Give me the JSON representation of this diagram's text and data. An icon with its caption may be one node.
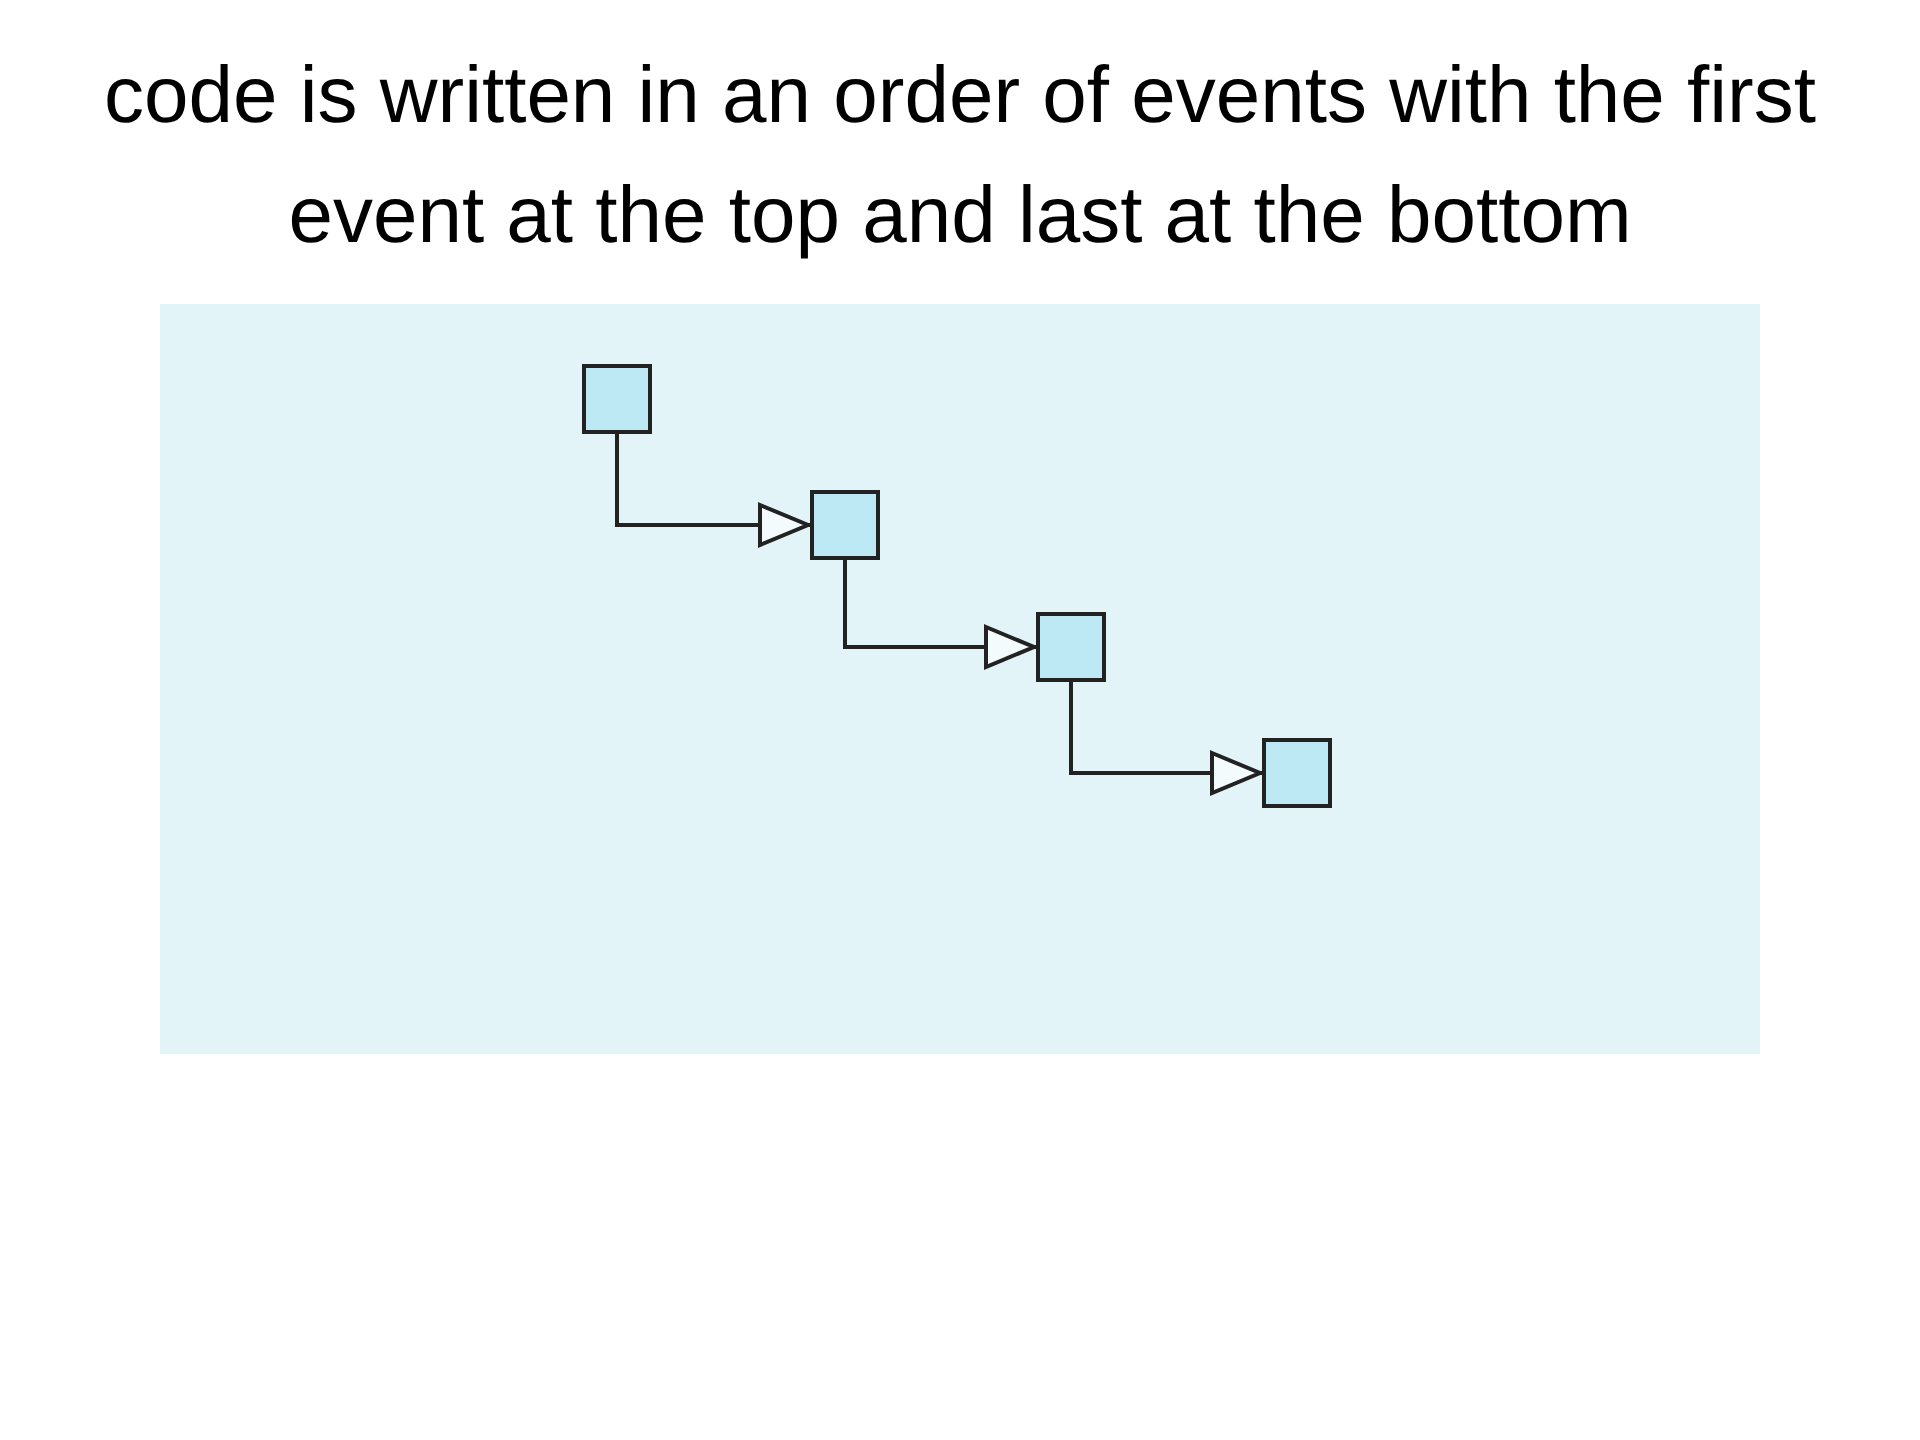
{
  "diagram": {
    "title": "code is written in an order of events with the first event at the top and last at the bottom",
    "nodes": [
      {
        "text": [],
        "shape": "box"
      },
      {
        "text": [],
        "shape": "box"
      },
      {
        "text": [],
        "shape": "box"
      },
      {
        "text": [],
        "shape": "box"
      }
    ],
    "edges": [
      {
        "from": 0,
        "to": 1,
        "arrow": "to"
      },
      {
        "from": 1,
        "to": 2,
        "arrow": "to"
      },
      {
        "from": 2,
        "to": 3,
        "arrow": "to"
      }
    ]
  }
}
